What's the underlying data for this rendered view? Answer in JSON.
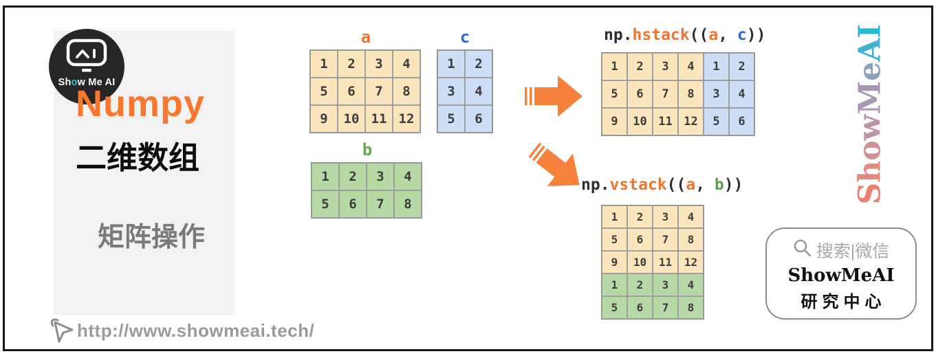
{
  "palette": {
    "dark": "#2e2e2e",
    "orange": "#f2732a",
    "blue": "#2b6bd8",
    "green": "#5f9e4c",
    "white": "#ffffff",
    "teal": "#35c2d6",
    "cell_tan": "#fbe5bc",
    "cell_blue": "#cdddf6",
    "cell_green": "#b7d9a5",
    "arrow_orange": "#f5813a",
    "grid_line": "#9e9e9e"
  },
  "left_panel": {
    "logo_text_segments": [
      {
        "text": "Sh",
        "color": "white"
      },
      {
        "text": "o",
        "color": "teal"
      },
      {
        "text": "w Me AI",
        "color": "white"
      }
    ],
    "title": "Numpy",
    "subtitle": "二维数组",
    "section": "矩阵操作",
    "watermark": "ShowMeAI"
  },
  "labels": {
    "a": "a",
    "c": "c",
    "b": "b"
  },
  "code_hstack": {
    "text": "np.hstack((a, c))",
    "segments": [
      {
        "text": "np.",
        "color": "dark"
      },
      {
        "text": "hstack",
        "color": "orange"
      },
      {
        "text": "((",
        "color": "dark"
      },
      {
        "text": "a",
        "color": "orange"
      },
      {
        "text": ", ",
        "color": "dark"
      },
      {
        "text": "c",
        "color": "blue"
      },
      {
        "text": "))",
        "color": "dark"
      }
    ]
  },
  "code_vstack": {
    "text": "np.vstack((a, b))",
    "segments": [
      {
        "text": "np.",
        "color": "dark"
      },
      {
        "text": "vstack",
        "color": "orange"
      },
      {
        "text": "((",
        "color": "dark"
      },
      {
        "text": "a",
        "color": "orange"
      },
      {
        "text": ", ",
        "color": "dark"
      },
      {
        "text": "b",
        "color": "green"
      },
      {
        "text": "))",
        "color": "dark"
      }
    ]
  },
  "matrices": {
    "a": {
      "values": [
        [
          1,
          2,
          3,
          4
        ],
        [
          5,
          6,
          7,
          8
        ],
        [
          9,
          10,
          11,
          12
        ]
      ],
      "colors": [
        [
          "cell_tan",
          "cell_tan",
          "cell_tan",
          "cell_tan"
        ],
        [
          "cell_tan",
          "cell_tan",
          "cell_tan",
          "cell_tan"
        ],
        [
          "cell_tan",
          "cell_tan",
          "cell_tan",
          "cell_tan"
        ]
      ]
    },
    "c": {
      "values": [
        [
          1,
          2
        ],
        [
          3,
          4
        ],
        [
          5,
          6
        ]
      ],
      "colors": [
        [
          "cell_blue",
          "cell_blue"
        ],
        [
          "cell_blue",
          "cell_blue"
        ],
        [
          "cell_blue",
          "cell_blue"
        ]
      ]
    },
    "b": {
      "values": [
        [
          1,
          2,
          3,
          4
        ],
        [
          5,
          6,
          7,
          8
        ]
      ],
      "colors": [
        [
          "cell_green",
          "cell_green",
          "cell_green",
          "cell_green"
        ],
        [
          "cell_green",
          "cell_green",
          "cell_green",
          "cell_green"
        ]
      ]
    },
    "hstack_result": {
      "values": [
        [
          1,
          2,
          3,
          4,
          1,
          2
        ],
        [
          5,
          6,
          7,
          8,
          3,
          4
        ],
        [
          9,
          10,
          11,
          12,
          5,
          6
        ]
      ],
      "colors": [
        [
          "cell_tan",
          "cell_tan",
          "cell_tan",
          "cell_tan",
          "cell_blue",
          "cell_blue"
        ],
        [
          "cell_tan",
          "cell_tan",
          "cell_tan",
          "cell_tan",
          "cell_blue",
          "cell_blue"
        ],
        [
          "cell_tan",
          "cell_tan",
          "cell_tan",
          "cell_tan",
          "cell_blue",
          "cell_blue"
        ]
      ]
    },
    "vstack_result": {
      "values": [
        [
          1,
          2,
          3,
          4
        ],
        [
          5,
          6,
          7,
          8
        ],
        [
          9,
          10,
          11,
          12
        ],
        [
          1,
          2,
          3,
          4
        ],
        [
          5,
          6,
          7,
          8
        ]
      ],
      "colors": [
        [
          "cell_tan",
          "cell_tan",
          "cell_tan",
          "cell_tan"
        ],
        [
          "cell_tan",
          "cell_tan",
          "cell_tan",
          "cell_tan"
        ],
        [
          "cell_tan",
          "cell_tan",
          "cell_tan",
          "cell_tan"
        ],
        [
          "cell_green",
          "cell_green",
          "cell_green",
          "cell_green"
        ],
        [
          "cell_green",
          "cell_green",
          "cell_green",
          "cell_green"
        ]
      ]
    }
  },
  "brand_vertical": {
    "text": "ShowMeAI",
    "letters": [
      {
        "ch": "S",
        "color": "#e8826e"
      },
      {
        "ch": "h",
        "color": "#e18a7e"
      },
      {
        "ch": "o",
        "color": "#d18f93"
      },
      {
        "ch": "w",
        "color": "#bc93a6"
      },
      {
        "ch": "M",
        "color": "#a996b2"
      },
      {
        "ch": "e",
        "color": "#8aa3bb"
      },
      {
        "ch": "A",
        "color": "#45b2cc"
      },
      {
        "ch": "I",
        "color": "#27bad6"
      }
    ]
  },
  "wechat_card": {
    "search_text": "搜索|微信",
    "brand": "ShowMeAI",
    "subtitle": "研究中心"
  },
  "footer": {
    "url": "http://www.showmeai.tech/"
  }
}
